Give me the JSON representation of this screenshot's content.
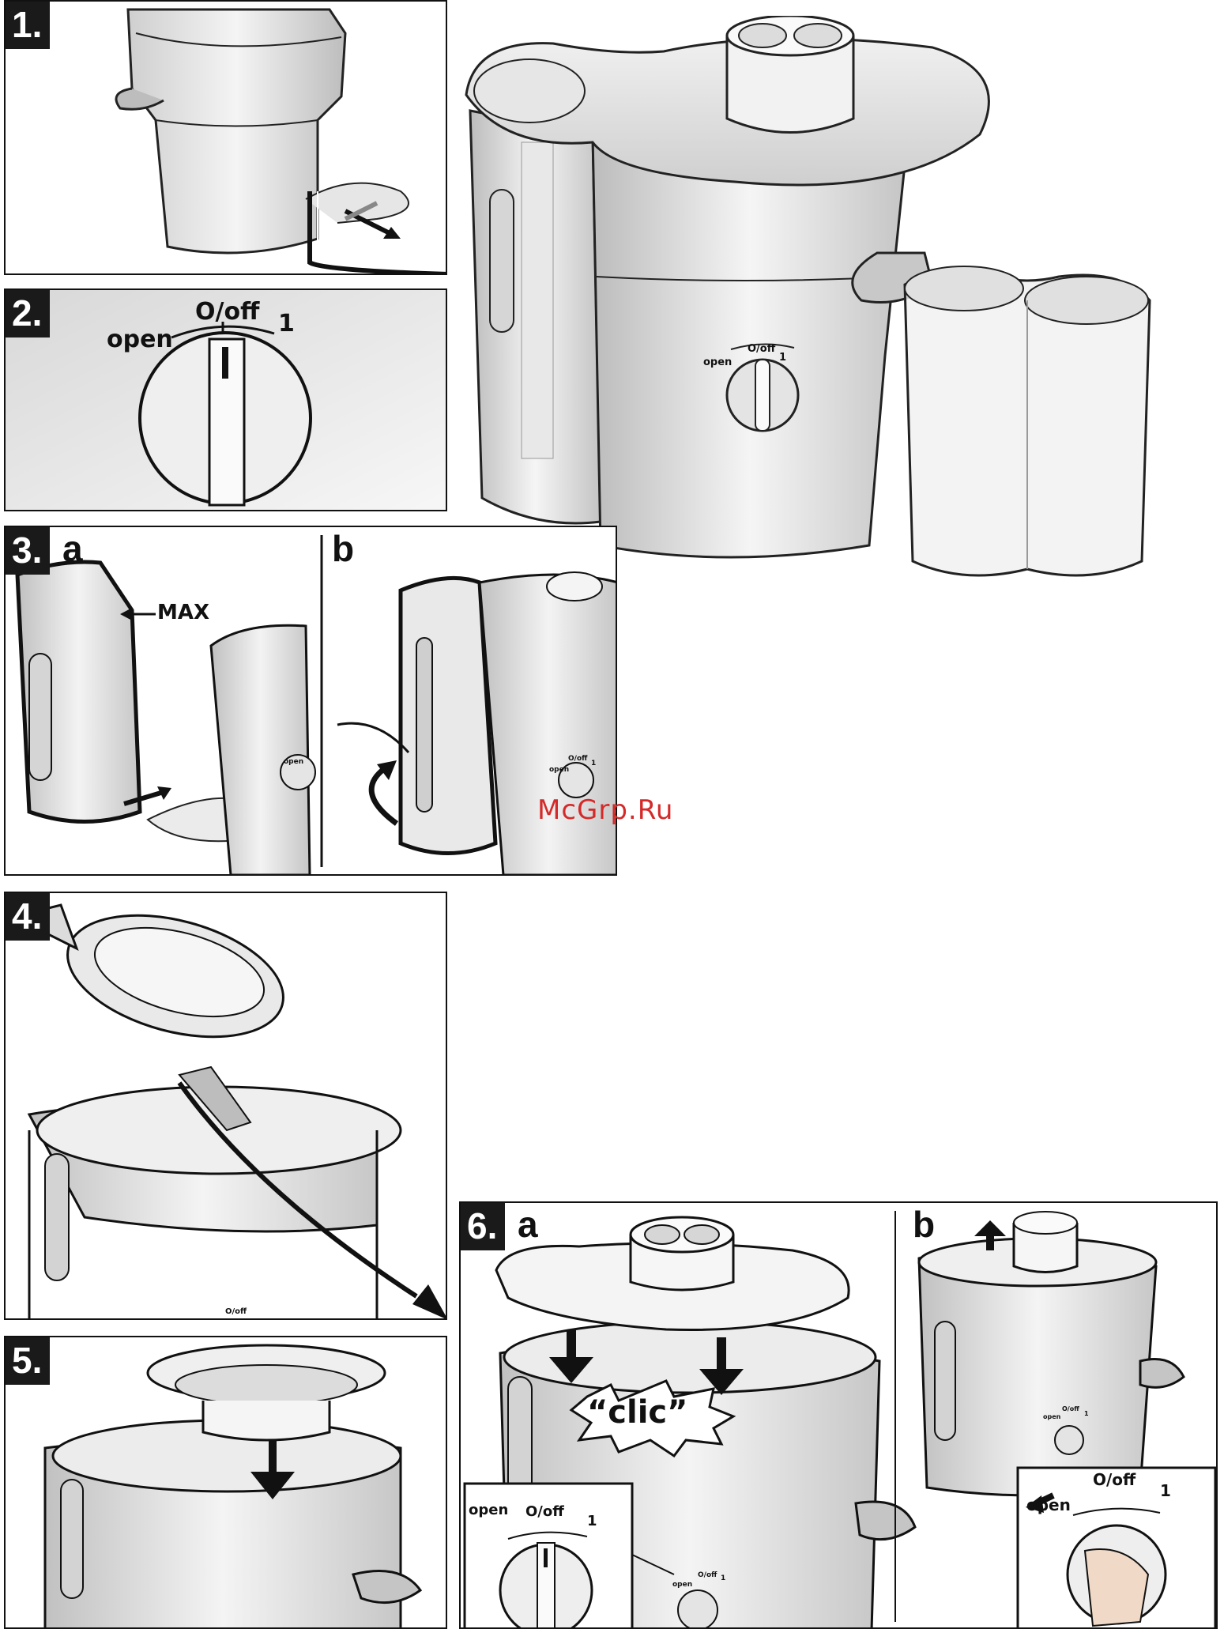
{
  "steps": {
    "s1": {
      "badge": "1."
    },
    "s2": {
      "badge": "2.",
      "dial": {
        "open": "open",
        "off": "O/off",
        "on": "1"
      }
    },
    "s3": {
      "badge": "3.",
      "sub_a": "a",
      "sub_b": "b",
      "max_label": "MAX",
      "dial": {
        "open": "open",
        "off": "O/off",
        "on": "1"
      }
    },
    "s4": {
      "badge": "4.",
      "dial": {
        "off": "O/off"
      }
    },
    "s5": {
      "badge": "5."
    },
    "s6": {
      "badge": "6.",
      "sub_a": "a",
      "sub_b": "b",
      "click_text": "“clic”",
      "dial": {
        "open": "open",
        "off": "O/off",
        "on": "1"
      }
    }
  },
  "hero": {
    "dial": {
      "open": "open",
      "off": "O/off",
      "on": "1"
    }
  },
  "watermark": "McGrp.Ru"
}
